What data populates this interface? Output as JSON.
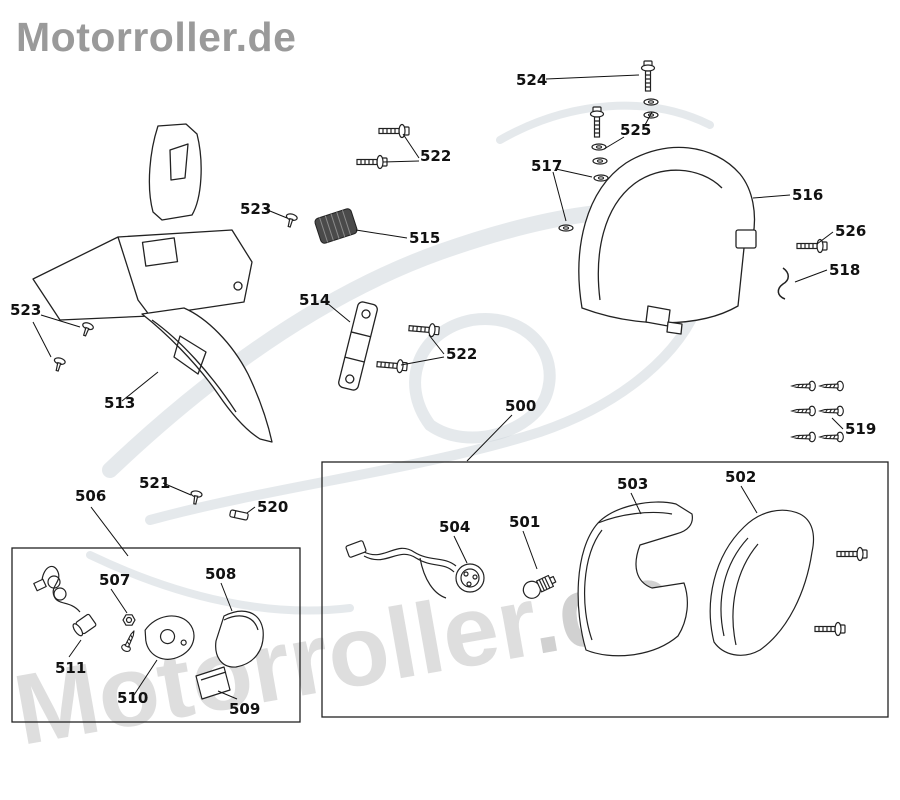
{
  "brand": {
    "logo_text": "Motorroller.de"
  },
  "watermark": {
    "text": "Motorroller",
    "suffix": ".de"
  },
  "colors": {
    "line": "#222222",
    "label": "#111111",
    "logo_gray": "#9a9a9a",
    "watermark_gray": "#a8a8a8",
    "swoosh": "#ccd3da",
    "background": "#ffffff"
  },
  "callouts": [
    {
      "label": "524"
    },
    {
      "label": "525"
    },
    {
      "label": "522"
    },
    {
      "label": "517"
    },
    {
      "label": "516"
    },
    {
      "label": "523"
    },
    {
      "label": "515"
    },
    {
      "label": "526"
    },
    {
      "label": "518"
    },
    {
      "label": "523"
    },
    {
      "label": "514"
    },
    {
      "label": "522"
    },
    {
      "label": "513"
    },
    {
      "label": "500"
    },
    {
      "label": "519"
    },
    {
      "label": "521"
    },
    {
      "label": "520"
    },
    {
      "label": "506"
    },
    {
      "label": "507"
    },
    {
      "label": "508"
    },
    {
      "label": "511"
    },
    {
      "label": "510"
    },
    {
      "label": "509"
    },
    {
      "label": "504"
    },
    {
      "label": "501"
    },
    {
      "label": "503"
    },
    {
      "label": "502"
    }
  ]
}
